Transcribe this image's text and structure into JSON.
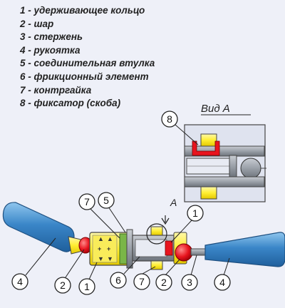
{
  "legend": [
    "1 - удерживающее кольцо",
    "2 - шар",
    "3 - стержень",
    "4 - рукоятка",
    "5 - соединительная втулка",
    "6 - фрикционный элемент",
    "7 - контргайка",
    "8 - фиксатор (скоба)"
  ],
  "view": {
    "title": "Вид А",
    "callout": "8"
  },
  "view_marker": "A",
  "callouts": {
    "handle_left": "4",
    "ball_left": "2",
    "ring_left": "1",
    "sleeve_bottom": "6",
    "nut_bottom": "7",
    "ball_right": "2",
    "rod": "3",
    "handle_right": "4",
    "nut_top": "7",
    "sleeve_top": "5",
    "ring_top": "1"
  },
  "colors": {
    "blue": "#3a86c8",
    "yellow": "#ffee33",
    "red": "#e8141e",
    "green": "#7ab648",
    "grey": "#9aa0a8"
  }
}
